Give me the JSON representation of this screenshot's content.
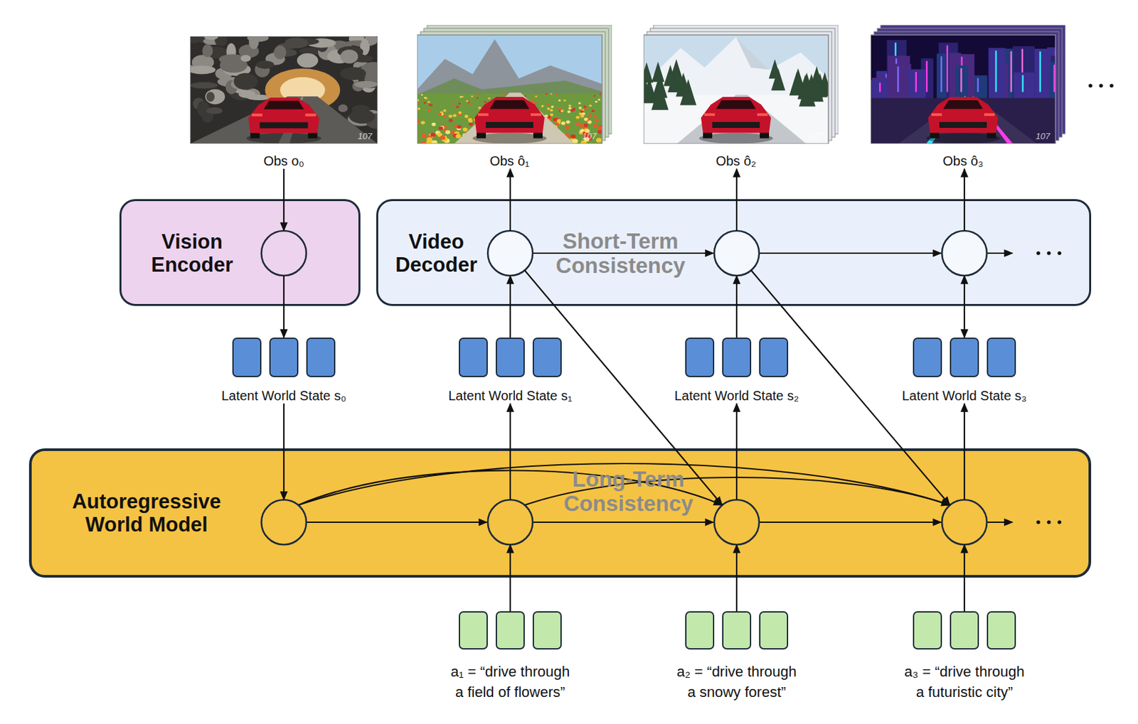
{
  "diagram": {
    "nodes": [
      {
        "text": [
          "Obs o₀"
        ]
      },
      {
        "text": [
          "Obs ô₁"
        ]
      },
      {
        "text": [
          "Obs ô₂"
        ]
      },
      {
        "text": [
          "Obs ô₃"
        ]
      },
      {
        "text": [
          "Vision Encoder"
        ]
      },
      {
        "text": [
          "Video Decoder",
          "Short-Term Consistency"
        ]
      },
      {
        "text": [
          "Latent World State s₀"
        ]
      },
      {
        "text": [
          "Latent World State s₁"
        ]
      },
      {
        "text": [
          "Latent World State s₂"
        ]
      },
      {
        "text": [
          "Latent World State s₃"
        ]
      },
      {
        "text": [
          "Autoregressive World Model",
          "Long-Term Consistency"
        ]
      },
      {
        "text": [
          "a₁ = “drive through a field of flowers”"
        ]
      },
      {
        "text": [
          "a₂ = “drive through a snowy forest”"
        ]
      },
      {
        "text": [
          "a₃ = “drive through a futuristic city”"
        ]
      }
    ],
    "edges": [
      {
        "from": 0,
        "to": 4,
        "arrow": "to"
      },
      {
        "from": 4,
        "to": 6,
        "arrow": "to"
      },
      {
        "from": 6,
        "to": 10,
        "arrow": "to"
      },
      {
        "from": 10,
        "to": 7,
        "arrow": "to"
      },
      {
        "from": 10,
        "to": 8,
        "arrow": "to"
      },
      {
        "from": 10,
        "to": 9,
        "arrow": "to"
      },
      {
        "from": 7,
        "to": 5,
        "arrow": "to"
      },
      {
        "from": 8,
        "to": 5,
        "arrow": "to"
      },
      {
        "from": 9,
        "to": 5,
        "arrow": "both"
      },
      {
        "from": 5,
        "to": 1,
        "arrow": "to"
      },
      {
        "from": 5,
        "to": 2,
        "arrow": "to"
      },
      {
        "from": 5,
        "to": 3,
        "arrow": "to"
      },
      {
        "from": 5,
        "to": 10,
        "arrow": "to"
      },
      {
        "from": 5,
        "to": 10,
        "arrow": "to"
      },
      {
        "from": 11,
        "to": 10,
        "arrow": "to"
      },
      {
        "from": 12,
        "to": 10,
        "arrow": "to"
      },
      {
        "from": 13,
        "to": 10,
        "arrow": "to"
      }
    ],
    "labels": [
      "107",
      "107",
      "107",
      "107"
    ]
  }
}
